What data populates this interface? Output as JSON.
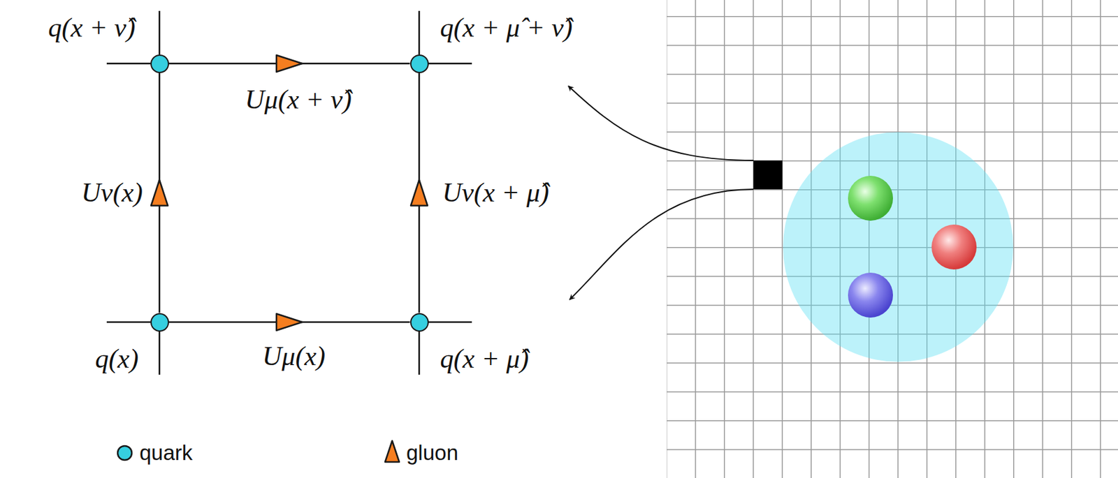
{
  "diagram": {
    "nodes": [
      {
        "text": [
          "q(x + ν̂)"
        ]
      },
      {
        "text": [
          "q(x + μ̂ + ν̂)"
        ]
      },
      {
        "text": [
          "q(x)"
        ]
      },
      {
        "text": [
          "q(x + μ̂)"
        ]
      }
    ],
    "edges": [
      {
        "from": 0,
        "to": 1,
        "arrow": "to",
        "label": "Uμ(x + ν̂)"
      },
      {
        "from": 2,
        "to": 0,
        "arrow": "to",
        "label": "Uν(x)"
      },
      {
        "from": 3,
        "to": 1,
        "arrow": "to",
        "label": "Uν(x + μ̂)"
      },
      {
        "from": 2,
        "to": 3,
        "arrow": "to",
        "label": "Uμ(x)"
      }
    ],
    "legend": [
      {
        "text": "quark"
      },
      {
        "text": "gluon"
      }
    ]
  }
}
